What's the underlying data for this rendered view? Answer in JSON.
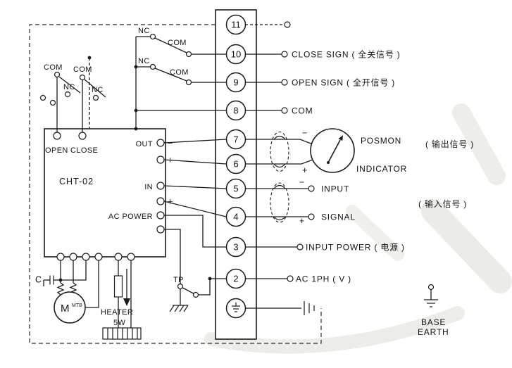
{
  "colors": {
    "line": "#1b1b1b",
    "background": "#ffffff",
    "watermark": "#ebebe7"
  },
  "terminals": [
    {
      "num": "11"
    },
    {
      "num": "10"
    },
    {
      "num": "9"
    },
    {
      "num": "8"
    },
    {
      "num": "7"
    },
    {
      "num": "6"
    },
    {
      "num": "5"
    },
    {
      "num": "4"
    },
    {
      "num": "3"
    },
    {
      "num": "2"
    }
  ],
  "right_labels": {
    "close_sign": "CLOSE SIGN ( 全关信号 )",
    "open_sign": "OPEN SIGN ( 全开信号 )",
    "com": "COM",
    "posmon": "POSMON",
    "indicator": "INDICATOR",
    "output_signal": "( 输出信号 )",
    "input": "INPUT",
    "signal": "SIGNAL",
    "input_signal": "( 输入信号 )",
    "input_power": "INPUT POWER ( 电源 )",
    "ac_power": "AC 1PH ( V )",
    "base": "BASE",
    "earth": "EARTH"
  },
  "signs": {
    "minus": "−",
    "plus": "+"
  },
  "controller": {
    "model": "CHT-02",
    "open": "OPEN",
    "close": "CLOSE",
    "out": "OUT",
    "in": "IN",
    "ac_power": "AC POWER"
  },
  "limit_switches": {
    "sw_close": {
      "nc": "NC",
      "com": "COM"
    },
    "sw_open": {
      "nc": "NC",
      "com": "COM"
    },
    "cam": {
      "com1": "COM",
      "com2": "COM",
      "nc1": "NC",
      "nc2": "NC"
    }
  },
  "motor": {
    "label": "M",
    "mtb": "MTB",
    "capacitor": "C"
  },
  "heater": {
    "label": "HEATER",
    "power": "5W"
  },
  "thermal_protector": {
    "label": "TP"
  }
}
